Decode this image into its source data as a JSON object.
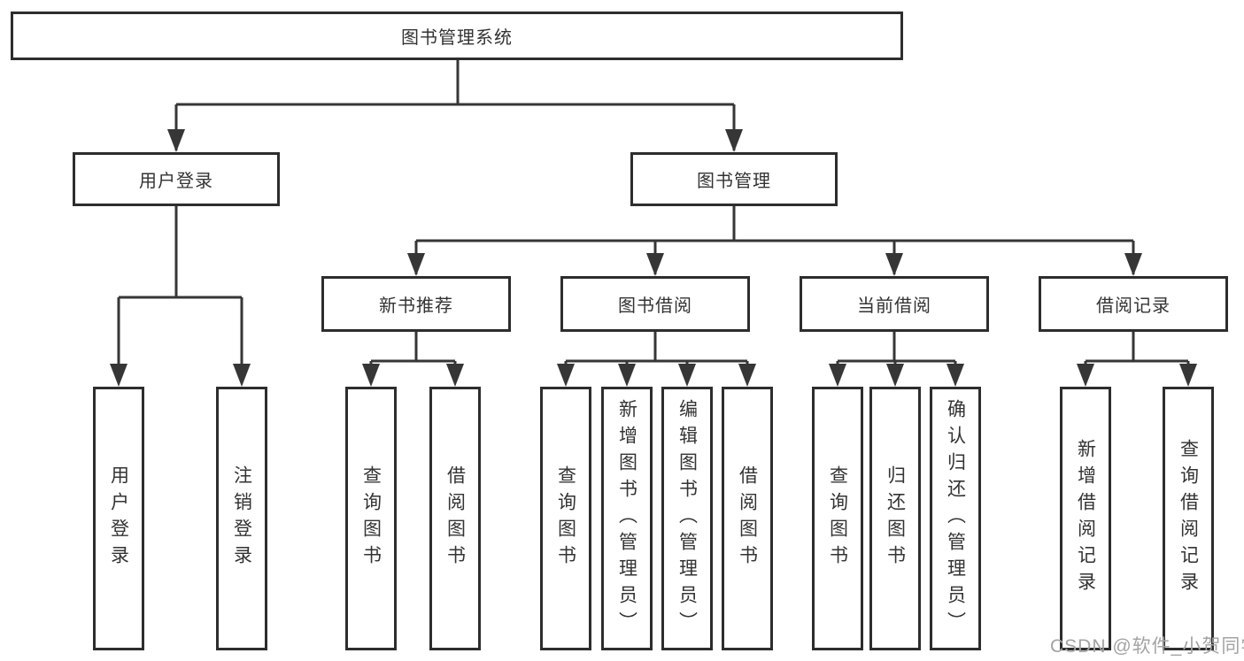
{
  "diagram": {
    "type": "hierarchy",
    "root": {
      "label": "图书管理系统"
    },
    "branches": [
      {
        "label": "用户登录",
        "children": [
          {
            "label": "用户登录"
          },
          {
            "label": "注销登录"
          }
        ]
      },
      {
        "label": "图书管理",
        "children": [
          {
            "label": "新书推荐",
            "children": [
              {
                "label": "查询图书"
              },
              {
                "label": "借阅图书"
              }
            ]
          },
          {
            "label": "图书借阅",
            "children": [
              {
                "label": "查询图书"
              },
              {
                "label": "新增图书（管理员）"
              },
              {
                "label": "编辑图书（管理员）"
              },
              {
                "label": "借阅图书"
              }
            ]
          },
          {
            "label": "当前借阅",
            "children": [
              {
                "label": "查询图书"
              },
              {
                "label": "归还图书"
              },
              {
                "label": "确认归还（管理员）"
              }
            ]
          },
          {
            "label": "借阅记录",
            "children": [
              {
                "label": "新增借阅记录"
              },
              {
                "label": "查询借阅记录"
              }
            ]
          }
        ]
      }
    ]
  },
  "watermark": {
    "text": "CSDN @软件_小贺同学"
  },
  "colors": {
    "line": "#363636",
    "node_border": "#2d2d2d",
    "text": "#333333",
    "watermark": "#a3a3a3",
    "background": "#ffffff"
  }
}
